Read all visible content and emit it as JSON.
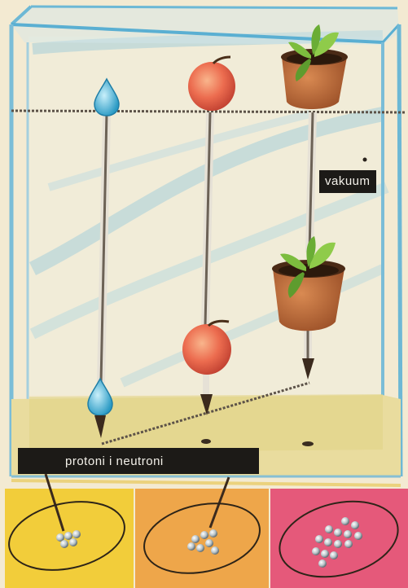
{
  "labels": {
    "vacuum": "vakuum",
    "nucleons": "protoni i neutroni"
  },
  "objects": [
    "water-drop",
    "apple",
    "potted-plant"
  ],
  "panel_colors": {
    "left": "#f2cd3a",
    "middle": "#eea64a",
    "right": "#e5597a"
  },
  "nucleus_particle_counts": {
    "water-drop": 5,
    "apple": 7,
    "potted-plant": 14
  },
  "colors": {
    "paper": "#f3ead2",
    "glass_edge": "#7fc0d9",
    "floor": "#e9dc9e",
    "label_bg": "#1c1a17"
  }
}
